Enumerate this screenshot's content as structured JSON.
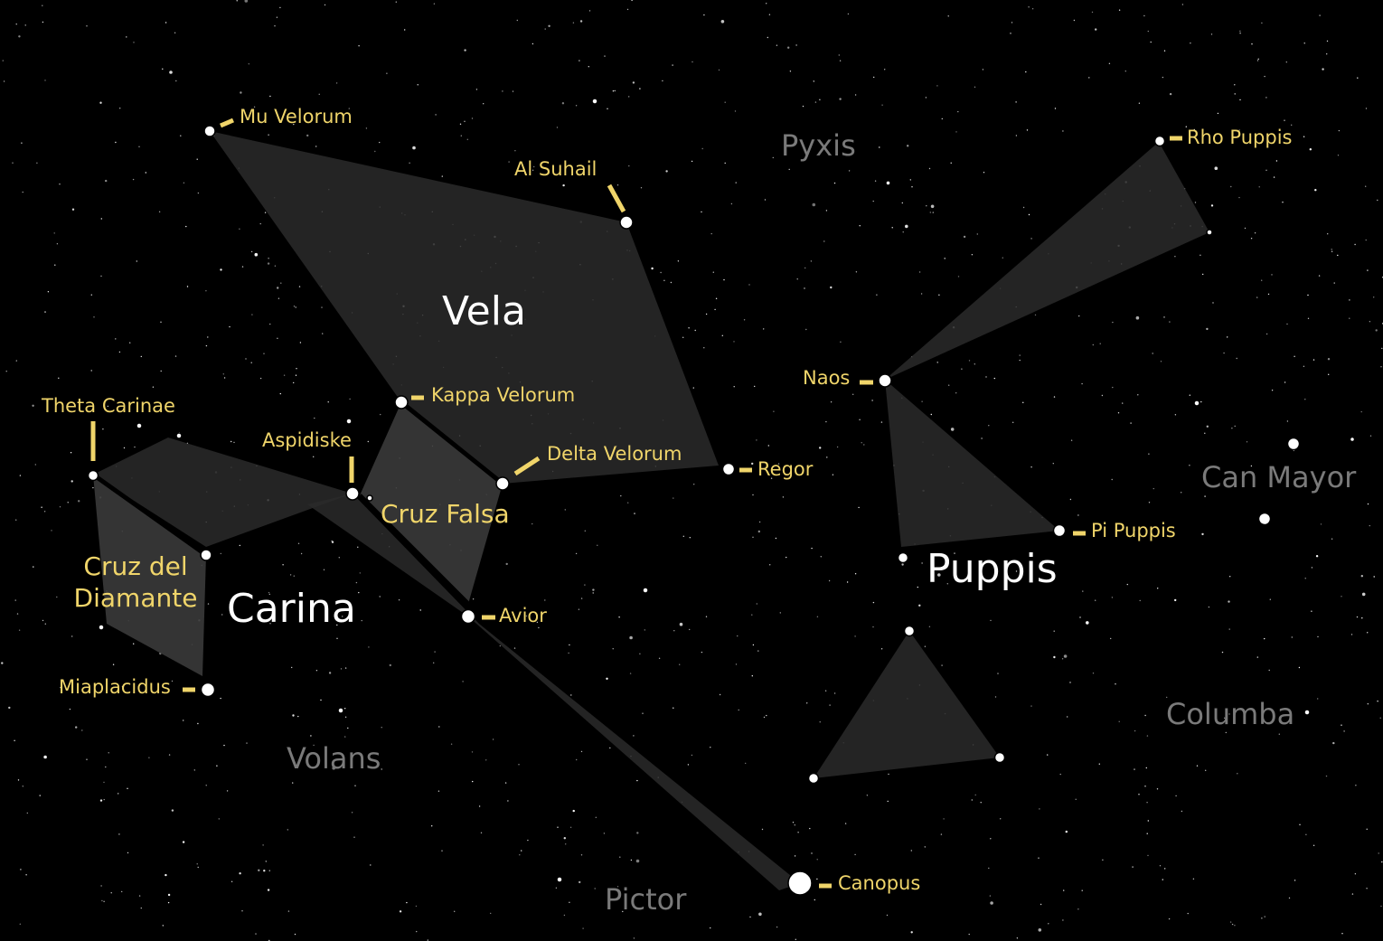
{
  "constellations": {
    "vela": "Vela",
    "carina": "Carina",
    "puppis": "Puppis",
    "pyxis": "Pyxis",
    "can_mayor": "Can Mayor",
    "columba": "Columba",
    "volans": "Volans",
    "pictor": "Pictor"
  },
  "asterisms": {
    "cruz_falsa": "Cruz Falsa",
    "cruz_diamante_line1": "Cruz del",
    "cruz_diamante_line2": "Diamante"
  },
  "stars": {
    "mu_velorum": "Mu Velorum",
    "al_suhail": "Al Suhail",
    "rho_puppis": "Rho Puppis",
    "kappa_velorum": "Kappa Velorum",
    "theta_carinae": "Theta Carinae",
    "aspidiske": "Aspidiske",
    "delta_velorum": "Delta Velorum",
    "regor": "Regor",
    "naos": "Naos",
    "pi_puppis": "Pi Puppis",
    "avior": "Avior",
    "miaplacidus": "Miaplacidus",
    "canopus": "Canopus"
  },
  "colors": {
    "background": "#000000",
    "label": "#f0d56a",
    "major": "#ffffff",
    "minor": "#7a7a7a"
  }
}
